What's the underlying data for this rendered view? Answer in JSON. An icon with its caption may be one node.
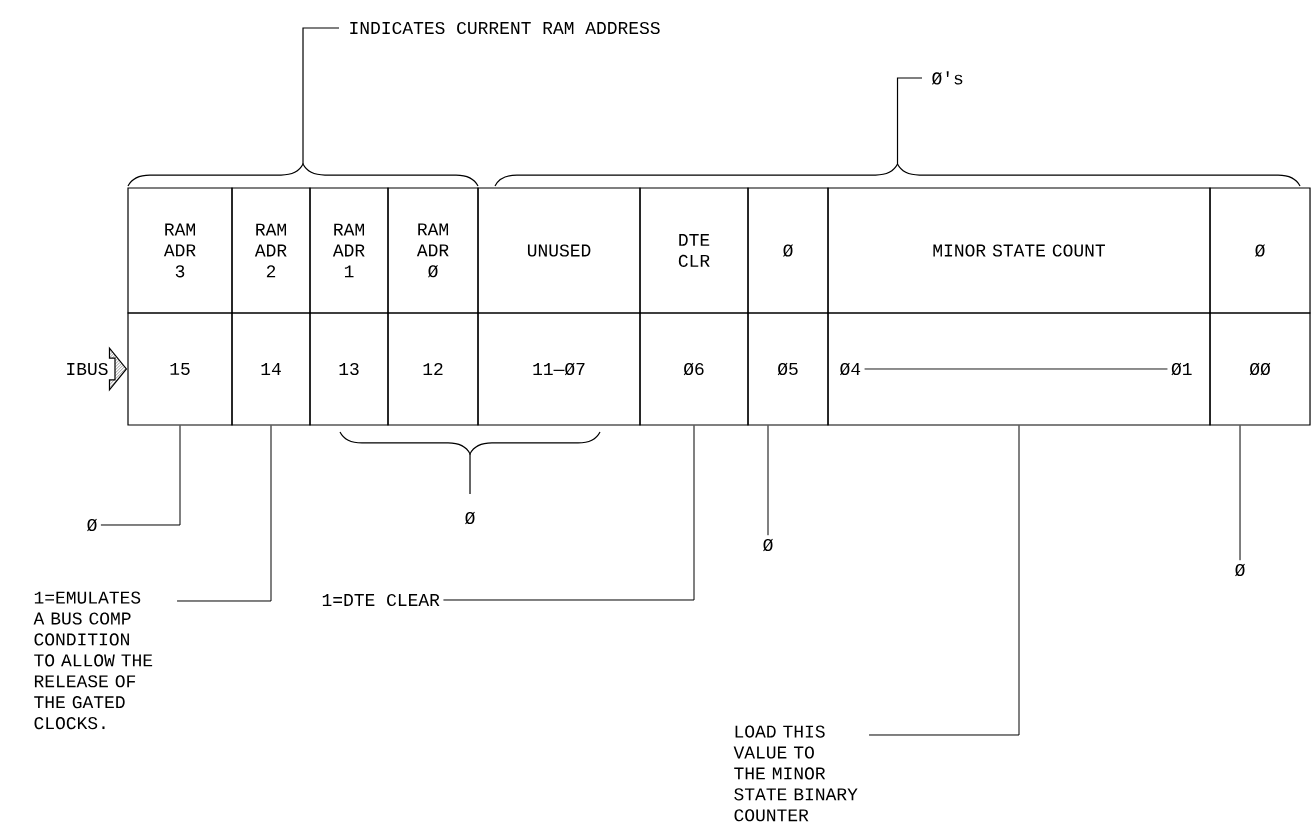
{
  "diagram": {
    "nodes": [
      {
        "text": [
          "RAM ADR 3"
        ]
      },
      {
        "text": [
          "RAM ADR 2"
        ]
      },
      {
        "text": [
          "RAM ADR 1"
        ]
      },
      {
        "text": [
          "RAM ADR Ø"
        ]
      },
      {
        "text": [
          "UNUSED"
        ]
      },
      {
        "text": [
          "DTE CLR"
        ]
      },
      {
        "text": [
          "Ø"
        ]
      },
      {
        "text": [
          "MINOR STATE COUNT"
        ]
      },
      {
        "text": [
          "Ø"
        ]
      },
      {
        "text": [
          "IBUS"
        ]
      },
      {
        "text": [
          "15"
        ]
      },
      {
        "text": [
          "14"
        ]
      },
      {
        "text": [
          "13"
        ]
      },
      {
        "text": [
          "12"
        ]
      },
      {
        "text": [
          "11—Ø7"
        ]
      },
      {
        "text": [
          "Ø6"
        ]
      },
      {
        "text": [
          "Ø5"
        ]
      },
      {
        "text": [
          "Ø4",
          "Ø1"
        ]
      },
      {
        "text": [
          "ØØ"
        ]
      },
      {
        "text": [
          "Ø"
        ]
      },
      {
        "text": [
          "1=EMULATES A BUS COMP CONDITION TO ALLOW THE RELEASE OF THE GATED CLOCKS."
        ]
      },
      {
        "text": [
          "1=DTE CLEAR"
        ]
      },
      {
        "text": [
          "Ø"
        ]
      },
      {
        "text": [
          "Ø"
        ]
      },
      {
        "text": [
          "LOAD THIS VALUE TO THE MINOR STATE BINARY COUNTER"
        ]
      }
    ],
    "edges": [
      {
        "from": 9,
        "to": 10,
        "arrow": "to"
      },
      {
        "from": 19,
        "to": 10,
        "arrow": "none"
      },
      {
        "from": 20,
        "to": 11,
        "arrow": "none"
      },
      {
        "from": 21,
        "to": 15,
        "arrow": "none"
      },
      {
        "from": 22,
        "to": 16,
        "arrow": "none"
      },
      {
        "from": 24,
        "to": 17,
        "arrow": "none"
      },
      {
        "from": 23,
        "to": 18,
        "arrow": "none"
      }
    ],
    "labels": [
      "INDICATES CURRENT RAM ADDRESS",
      "Ø's",
      "Ø"
    ]
  }
}
